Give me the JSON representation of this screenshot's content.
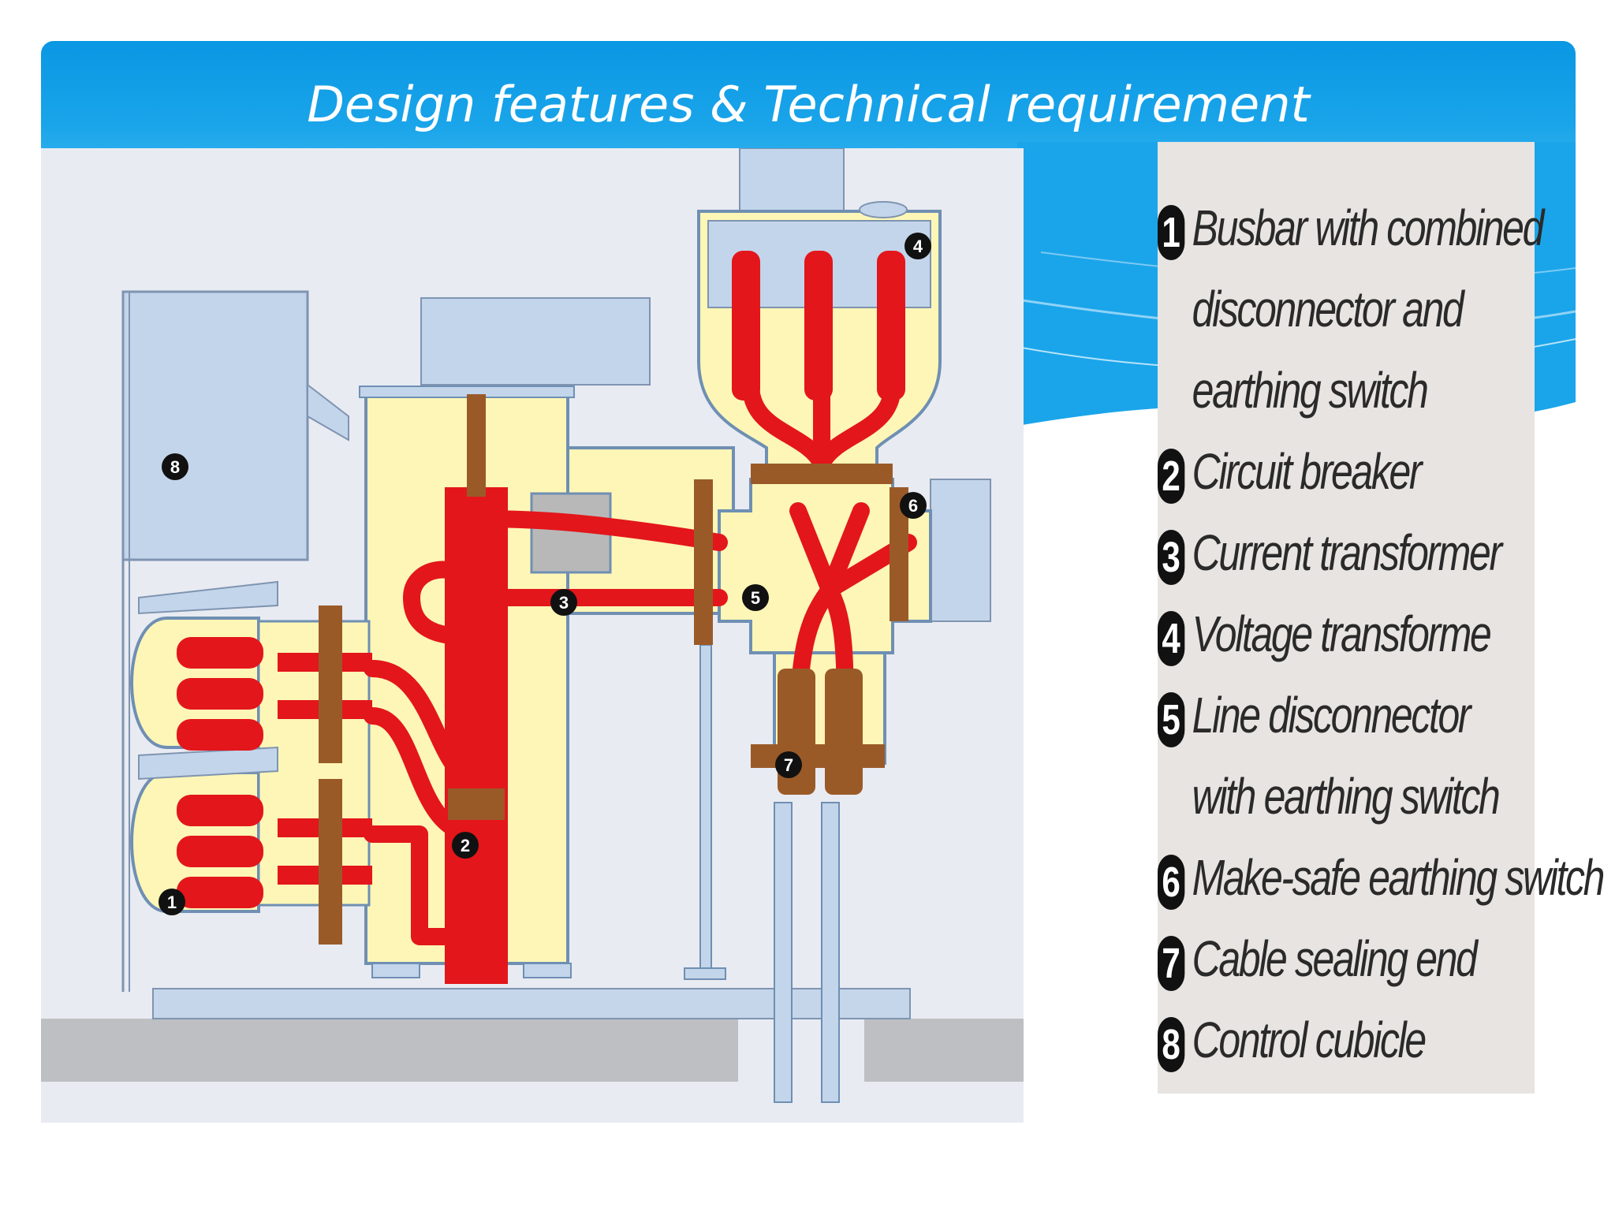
{
  "slide": {
    "title": "Design features & Technical requirement"
  },
  "diagram": {
    "callouts": [
      {
        "number": "1"
      },
      {
        "number": "2"
      },
      {
        "number": "3"
      },
      {
        "number": "4"
      },
      {
        "number": "5"
      },
      {
        "number": "6"
      },
      {
        "number": "7"
      },
      {
        "number": "8"
      }
    ]
  },
  "legend": {
    "lines": [
      {
        "number": "1",
        "text": "Busbar with combined"
      },
      {
        "number": "",
        "text": "disconnector and"
      },
      {
        "number": "",
        "text": "earthing switch"
      },
      {
        "number": "2",
        "text": "Circuit breaker"
      },
      {
        "number": "3",
        "text": "Current transformer"
      },
      {
        "number": "4",
        "text": "Voltage transforme"
      },
      {
        "number": "5",
        "text": "Line disconnector"
      },
      {
        "number": "",
        "text": "with earthing switch"
      },
      {
        "number": "6",
        "text": "Make-safe earthing switch"
      },
      {
        "number": "7",
        "text": "Cable sealing end"
      },
      {
        "number": "8",
        "text": "Control cubicle"
      }
    ]
  },
  "colors": {
    "header": "#0a97e3",
    "enclosure": "#fdf6b6",
    "conductor": "#e3161b",
    "insulator": "#9a5a28",
    "steel": "#c3d5ea",
    "background": "#e8ebf2",
    "legend_bg": "#e7e4e1"
  }
}
